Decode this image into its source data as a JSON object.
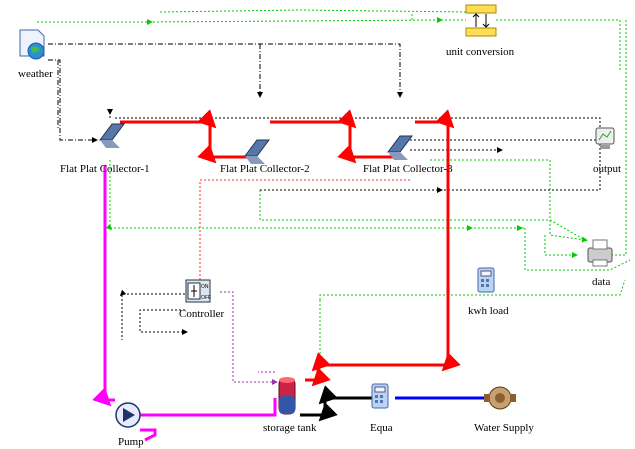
{
  "labels": {
    "weather": "weather",
    "unit_conversion": "unit conversion",
    "collector_1": "Flat Plat Collector-1",
    "collector_2": "Flat Plat Collector-2",
    "collector_3": "Flat Plat Collector-3",
    "output": "output",
    "data": "data",
    "kwh_load": "kwh load",
    "controller": "Controller",
    "storage_tank": "storage tank",
    "equa": "Equa",
    "water_supply": "Water Supply",
    "pump": "Pump"
  },
  "controller_switch": {
    "on": "ON",
    "off": "OFF"
  },
  "colors": {
    "hot_loop": "#ff0000",
    "cold_loop": "#ff00ff",
    "supply_line": "#0000ff",
    "return_line": "#000000",
    "signal_green": "#00cc00",
    "signal_black": "#000000",
    "control_red": "#ff0000",
    "control_purple": "#9933aa"
  },
  "icons": {
    "weather": "weather-document-globe-icon",
    "unit_conversion": "unit-conversion-icon",
    "collector": "solar-collector-icon",
    "output": "plotter-monitor-icon",
    "data": "printer-icon",
    "kwh_load": "calculator-icon",
    "controller": "on-off-controller-icon",
    "storage_tank": "storage-tank-icon",
    "equa": "calculator-icon",
    "water_supply": "water-supply-valve-icon",
    "pump": "pump-icon"
  }
}
